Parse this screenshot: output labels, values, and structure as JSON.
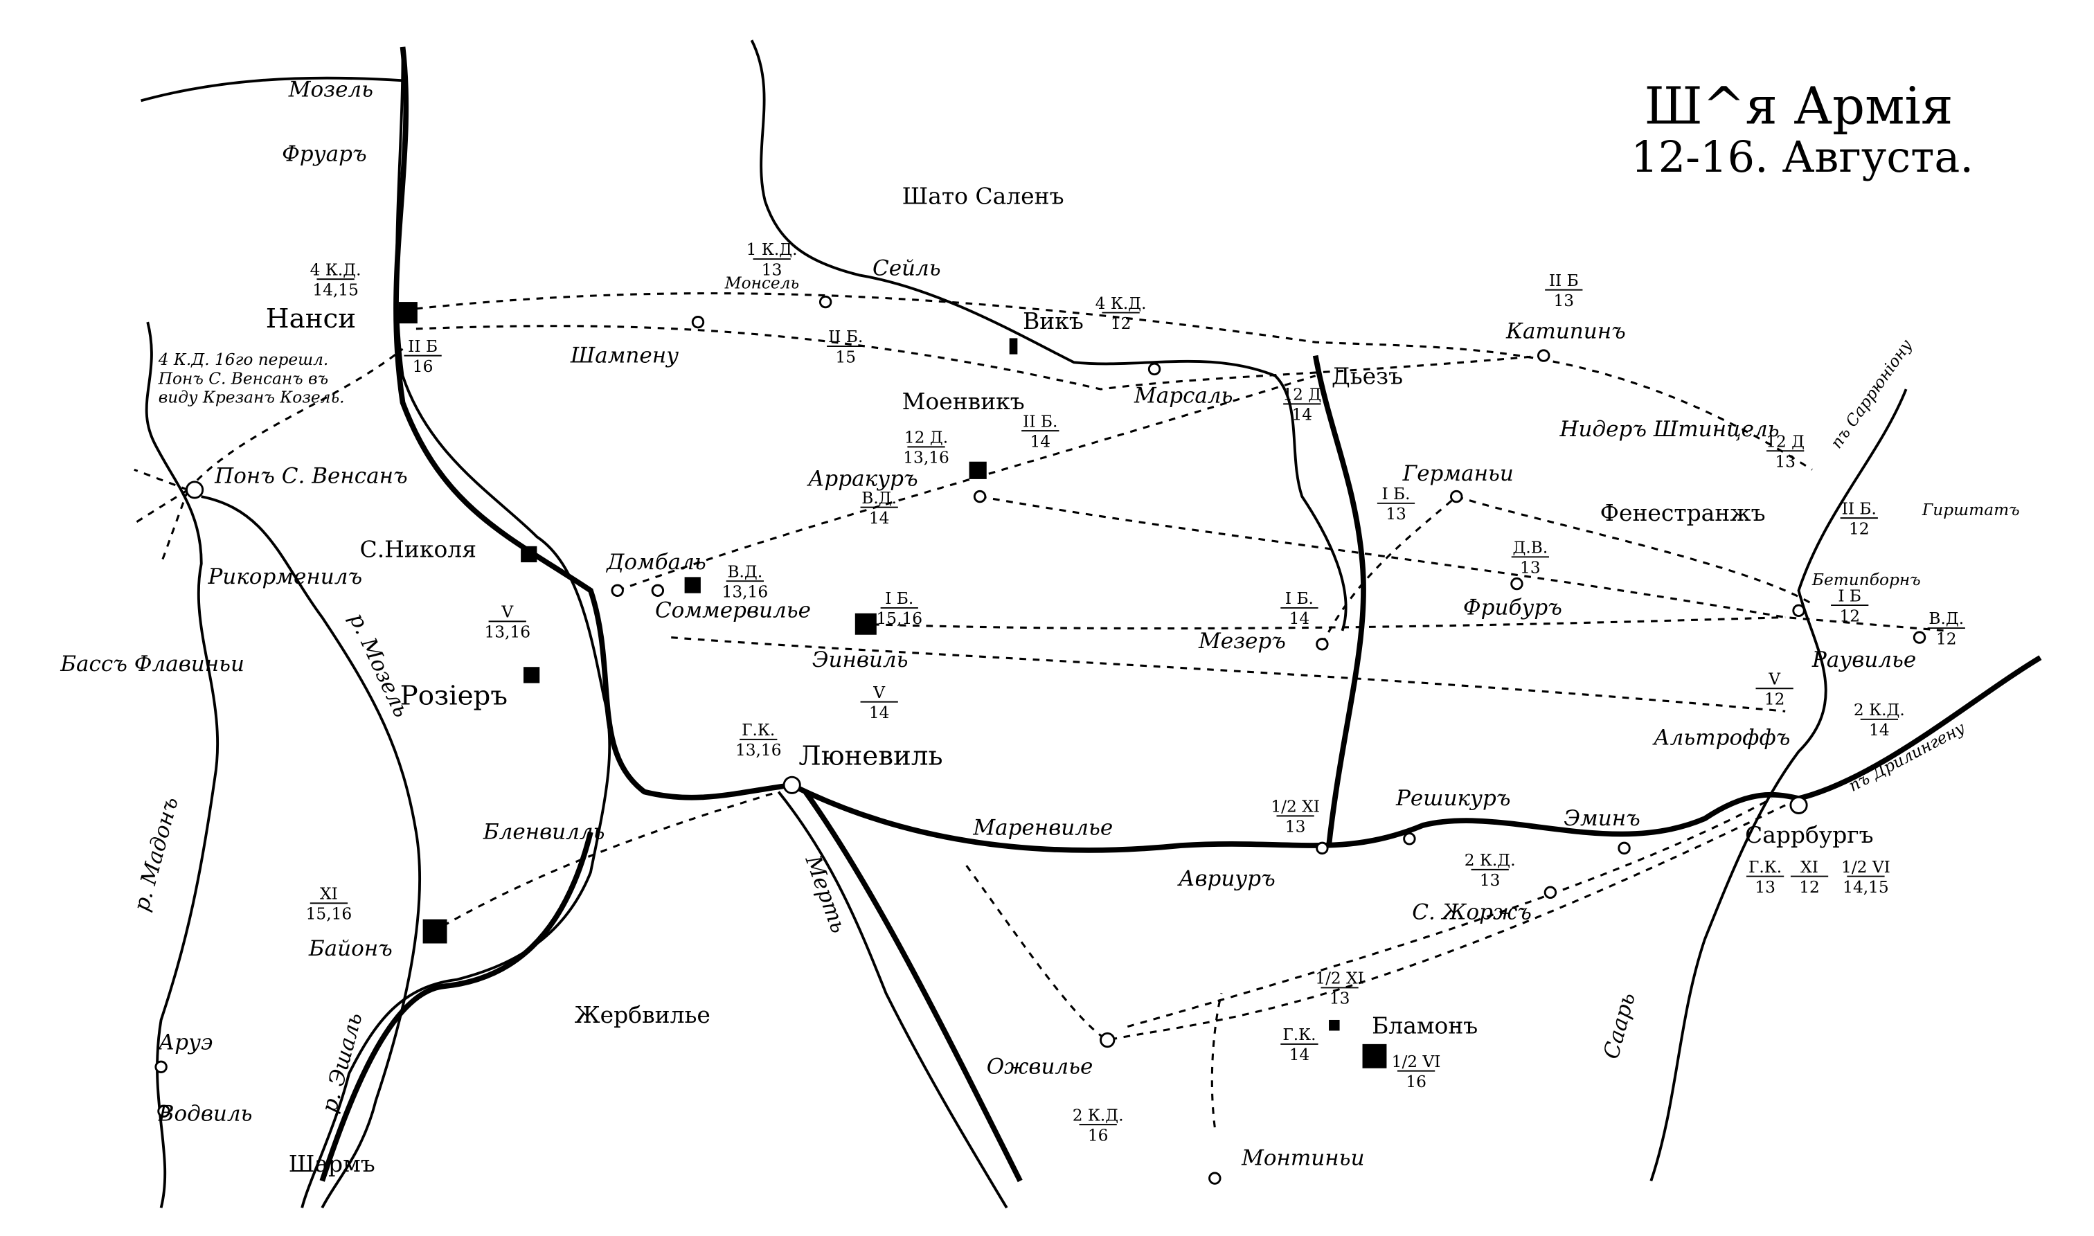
{
  "title": {
    "line1": "Ш^я Армія",
    "line2": "12-16. Августа."
  },
  "places": {
    "mosel_top": "Мозель",
    "frouard": "Фруаръ",
    "chateau_salins": "Шато Саленъ",
    "nancy": "Нанси",
    "pont_st_vincent": "Понъ С. Венсанъ",
    "champenoux": "Шампену",
    "moncel": "Монсель",
    "seille": "Сейль",
    "vic": "Викъ",
    "marsal": "Марсаль",
    "moyenvic": "Моенвикъ",
    "arracourt": "Арракуръ",
    "dieuze": "Дьезъ",
    "kappelkinger": "Катипинъ",
    "nieder_stinzel": "Нидеръ Штинцель",
    "guermange": "Германьи",
    "fenetrange": "Фенестранжъ",
    "hirschland": "Гирштатъ",
    "fribourg": "Фрибуръ",
    "bettborn": "Бетипборнъ",
    "rauwiller": "Раувилье",
    "mezieres": "Мезеръ",
    "st_nicolas": "С.Николя",
    "dombasle": "Домбаль",
    "sommerviller": "Соммервилье",
    "einville": "Эинвиль",
    "rosieres": "Розіеръ",
    "bainville": "Бассъ Флавиньи",
    "richardmenil": "Рикорменилъ",
    "mosel_river": "р. Мозель",
    "madon": "р. Мадонъ",
    "luneville": "Люневиль",
    "blainville": "Бленвилль",
    "bayon": "Байонъ",
    "gerbeviller": "Жербвилье",
    "meurthe": "Мерть",
    "marainviller": "Маренвилье",
    "reching": "Решикуръ",
    "emich": "Эминъ",
    "altroff": "Альтроффъ",
    "sarrebourg": "Саррбургъ",
    "avricourt": "Авриуръ",
    "st_georges": "С. Жоржъ",
    "blamont": "Бламонъ",
    "ogeviller": "Ожвилье",
    "montigny": "Монтиньи",
    "haroue": "Аруэ",
    "vaudeville": "Водвиль",
    "charmes": "Шармъ",
    "euron": "р. Эшаль",
    "saar": "Саарь",
    "to_sarrunion": "пъ Саррюніону",
    "to_drulingen": "пъ Дрилингену"
  },
  "note": [
    "4 К.Д. 16го перешл.",
    "Понъ С. Венсанъ въ",
    "виду Крезанъ Козель."
  ],
  "units": {
    "kd4_nancy": [
      "4 К.Д.",
      "14,15"
    ],
    "iib_nancy": [
      "II Б",
      "16"
    ],
    "kd1": [
      "1 К.Д.",
      "13"
    ],
    "iib15": [
      "II Б.",
      "15"
    ],
    "kd4_vic": [
      "4 К.Д.",
      "12"
    ],
    "iib14": [
      "II Б.",
      "14"
    ],
    "d12_arr": [
      "12 Д.",
      "13,16"
    ],
    "vd14": [
      "В.Д.",
      "14"
    ],
    "d12_dieuze": [
      "12 Д",
      "14"
    ],
    "iib13": [
      "II Б",
      "13"
    ],
    "d12_13": [
      "12 Д",
      "13"
    ],
    "ib13": [
      "I Б.",
      "13"
    ],
    "iib12": [
      "II Б.",
      "12"
    ],
    "dv13": [
      "Д.В.",
      "13"
    ],
    "ib12": [
      "I Б",
      "12"
    ],
    "vd12": [
      "В.Д.",
      "12"
    ],
    "ib14": [
      "I Б.",
      "14"
    ],
    "vd13": [
      "В.Д.",
      "13,16"
    ],
    "ib15": [
      "I Б.",
      "15,16"
    ],
    "v14": [
      "V",
      "14"
    ],
    "v1316": [
      "V",
      "13,16"
    ],
    "gk_lun": [
      "Г.К.",
      "13,16"
    ],
    "xi1516": [
      "XI",
      "15,16"
    ],
    "halfxi13": [
      "1/2 XI",
      "13"
    ],
    "v12": [
      "V",
      "12"
    ],
    "kd2_14": [
      "2 К.Д.",
      "14"
    ],
    "gk_sarr": [
      "Г.К.",
      "13"
    ],
    "xi_sarr": [
      "XI",
      "12"
    ],
    "vi_sarr": [
      "1/2 VI",
      "14,15"
    ],
    "kd2_13": [
      "2 К.Д.",
      "13"
    ],
    "halfxi13b": [
      "1/2 XI",
      "13"
    ],
    "gk14": [
      "Г.К.",
      "14"
    ],
    "halfvi16": [
      "1/2 VI",
      "16"
    ],
    "kd2_16": [
      "2 К.Д.",
      "16"
    ]
  }
}
